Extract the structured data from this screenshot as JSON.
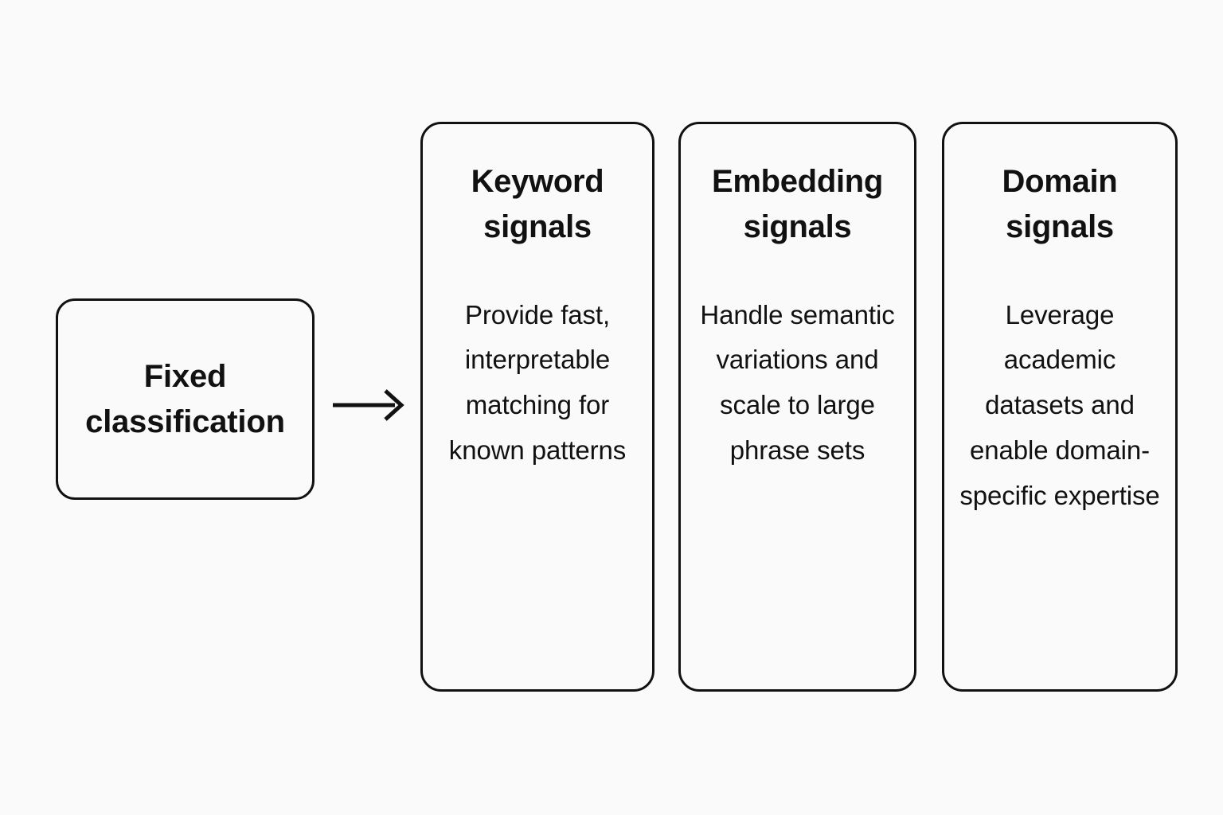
{
  "diagram": {
    "type": "flow",
    "background_color": "#fafafa",
    "stroke_color": "#111111",
    "text_color": "#111111",
    "source": {
      "label": "Fixed\nclassification"
    },
    "connector": {
      "icon": "arrow-right-icon",
      "direction": "right"
    },
    "cards": [
      {
        "title": "Keyword\nsignals",
        "body": "Provide fast, interpretable matching for known patterns"
      },
      {
        "title": "Embedding\nsignals",
        "body": "Handle semantic variations and scale to large phrase sets"
      },
      {
        "title": "Domain\nsignals",
        "body": "Leverage academic datasets and enable domain-specific expertise"
      }
    ]
  }
}
